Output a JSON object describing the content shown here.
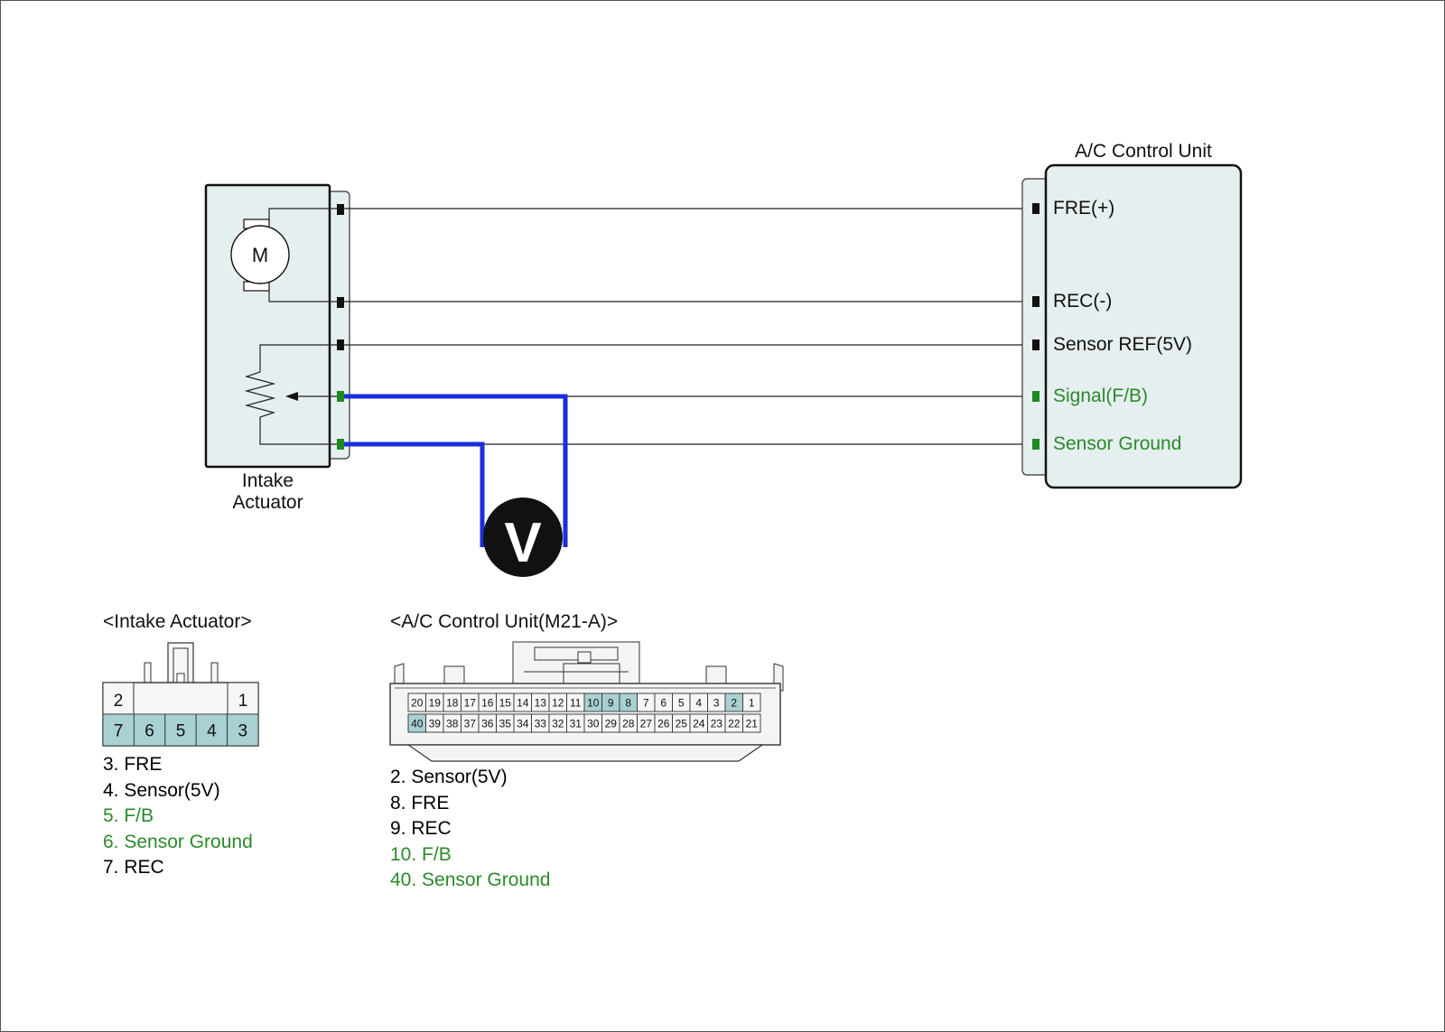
{
  "colors": {
    "box_fill": "#e6efef",
    "highlight_pin": "#a9d0d2",
    "green_text": "#2a8a2a",
    "green_pin": "#1f8a1f",
    "meter_wire": "#1a2ee0",
    "wire": "#222222"
  },
  "actuator": {
    "label_line1": "Intake",
    "label_line2": "Actuator",
    "motor_symbol": "M"
  },
  "control_unit": {
    "title": "A/C Control Unit",
    "pins": [
      {
        "label": "FRE(+)",
        "signal": false
      },
      {
        "label": "REC(-)",
        "signal": false
      },
      {
        "label": "Sensor REF(5V)",
        "signal": false
      },
      {
        "label": "Signal(F/B)",
        "signal": true
      },
      {
        "label": "Sensor Ground",
        "signal": true
      }
    ]
  },
  "voltmeter": {
    "symbol": "V"
  },
  "actuator_connector": {
    "title": "<Intake Actuator>",
    "top_pins": [
      "2",
      "1"
    ],
    "bottom_pins": [
      "7",
      "6",
      "5",
      "4",
      "3"
    ],
    "highlighted_pins": [
      "7",
      "6",
      "5",
      "4",
      "3"
    ],
    "legend": [
      {
        "text": "3. FRE",
        "signal": false
      },
      {
        "text": "4. Sensor(5V)",
        "signal": false
      },
      {
        "text": "5. F/B",
        "signal": true
      },
      {
        "text": "6. Sensor Ground",
        "signal": true
      },
      {
        "text": "7. REC",
        "signal": false
      }
    ]
  },
  "unit_connector": {
    "title": "<A/C Control Unit(M21-A)>",
    "top_row": [
      "20",
      "19",
      "18",
      "17",
      "16",
      "15",
      "14",
      "13",
      "12",
      "11",
      "10",
      "9",
      "8",
      "7",
      "6",
      "5",
      "4",
      "3",
      "2",
      "1"
    ],
    "bottom_row": [
      "40",
      "39",
      "38",
      "37",
      "36",
      "35",
      "34",
      "33",
      "32",
      "31",
      "30",
      "29",
      "28",
      "27",
      "26",
      "25",
      "24",
      "23",
      "22",
      "21"
    ],
    "highlighted_pins": [
      "10",
      "9",
      "8",
      "2",
      "40"
    ],
    "legend": [
      {
        "text": "2. Sensor(5V)",
        "signal": false
      },
      {
        "text": "8. FRE",
        "signal": false
      },
      {
        "text": "9. REC",
        "signal": false
      },
      {
        "text": "10. F/B",
        "signal": true
      },
      {
        "text": "40. Sensor Ground",
        "signal": true
      }
    ]
  }
}
